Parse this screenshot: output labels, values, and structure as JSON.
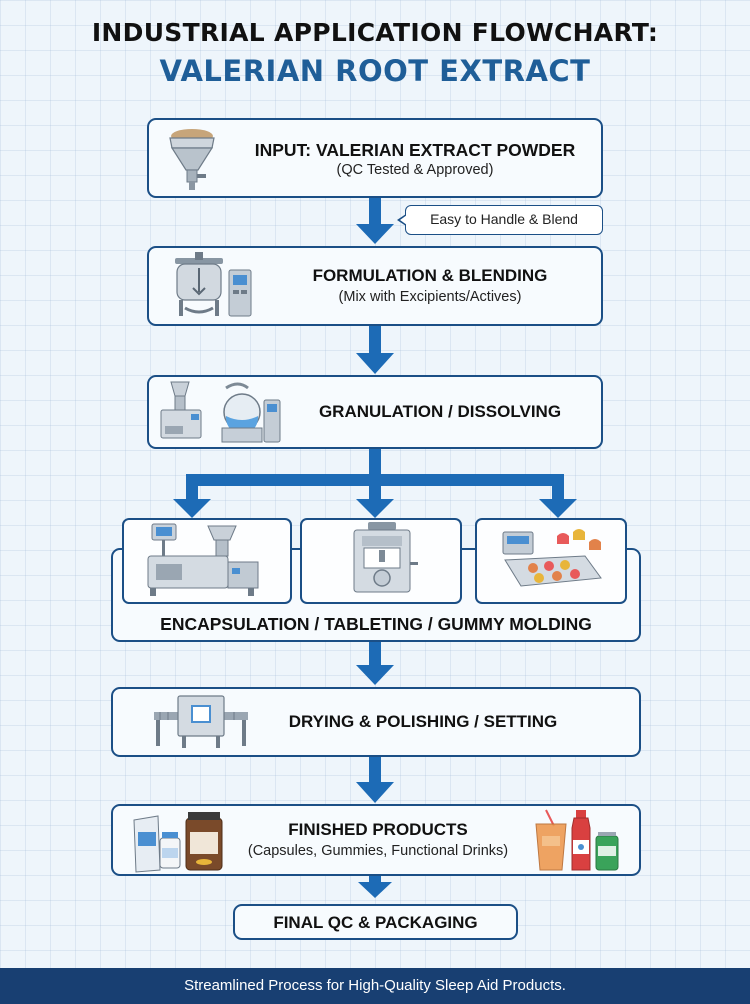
{
  "title": {
    "line1": "INDUSTRIAL APPLICATION FLOWCHART:",
    "line2": "VALERIAN ROOT EXTRACT"
  },
  "steps": {
    "input": {
      "label": "INPUT: VALERIAN EXTRACT POWDER",
      "sub": "(QC Tested & Approved)"
    },
    "callout": "Easy to Handle & Blend",
    "formulation": {
      "label": "FORMULATION & BLENDING",
      "sub": "(Mix with Excipients/Actives)"
    },
    "granulation": {
      "label": "GRANULATION / DISSOLVING"
    },
    "processing": {
      "label": "ENCAPSULATION / TABLETING / GUMMY MOLDING"
    },
    "drying": {
      "label": "DRYING & POLISHING / SETTING"
    },
    "finished": {
      "label": "FINISHED PRODUCTS",
      "sub": "(Capsules, Gummies, Functional Drinks)"
    },
    "final": {
      "label": "FINAL QC & PACKAGING"
    }
  },
  "footer": "Streamlined Process for High-Quality Sleep Aid Products.",
  "colors": {
    "arrow": "#1d6bb6",
    "border": "#1b4f86",
    "title_blue": "#1f5e98",
    "footer_bg": "#183f72"
  },
  "icons": [
    "hopper-icon",
    "mixer-tank-icon",
    "granulator-icon",
    "dissolving-tank-icon",
    "encapsulation-machine-icon",
    "tablet-press-icon",
    "gummy-mold-icon",
    "conveyor-dryer-icon",
    "supplement-bottles-icon",
    "functional-drinks-icon"
  ]
}
